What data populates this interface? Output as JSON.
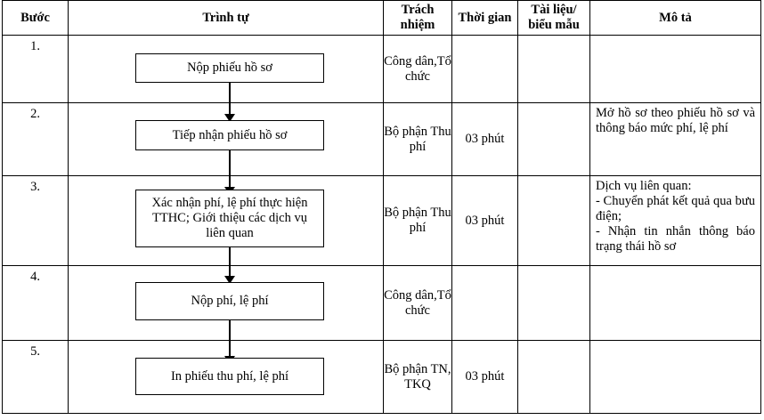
{
  "headers": {
    "step": "Bước",
    "sequence": "Trình tự",
    "responsibility": "Trách nhiệm",
    "time": "Thời gian",
    "documents": "Tài liệu/ biểu mẫu",
    "description": "Mô tả"
  },
  "rows": [
    {
      "step": "1.",
      "box_label": "Nộp phiếu hồ sơ",
      "responsibility": "Công dân,Tổ chức",
      "time": "",
      "documents": "",
      "description": ""
    },
    {
      "step": "2.",
      "box_label": "Tiếp nhận phiếu hồ sơ",
      "responsibility": "Bộ phận Thu phí",
      "time": "03 phút",
      "documents": "",
      "description": "Mở hồ sơ theo phiếu hồ sơ và thông báo mức phí, lệ phí"
    },
    {
      "step": "3.",
      "box_label": "Xác nhận phí, lệ phí thực hiện TTHC; Giới thiệu các dịch vụ liên quan",
      "responsibility": "Bộ phận Thu phí",
      "time": "03 phút",
      "documents": "",
      "description_lines": [
        "Dịch vụ liên quan:",
        "- Chuyển phát kết quả qua bưu điện;",
        "- Nhận tin nhắn thông báo trạng thái hồ sơ"
      ]
    },
    {
      "step": "4.",
      "box_label": "Nộp phí, lệ phí",
      "responsibility": "Công dân,Tổ chức",
      "time": "",
      "documents": "",
      "description": ""
    },
    {
      "step": "5.",
      "box_label": "In phiếu thu phí, lệ phí",
      "responsibility": "Bộ phận TN, TKQ",
      "time": "03 phút",
      "documents": "",
      "description": ""
    }
  ]
}
